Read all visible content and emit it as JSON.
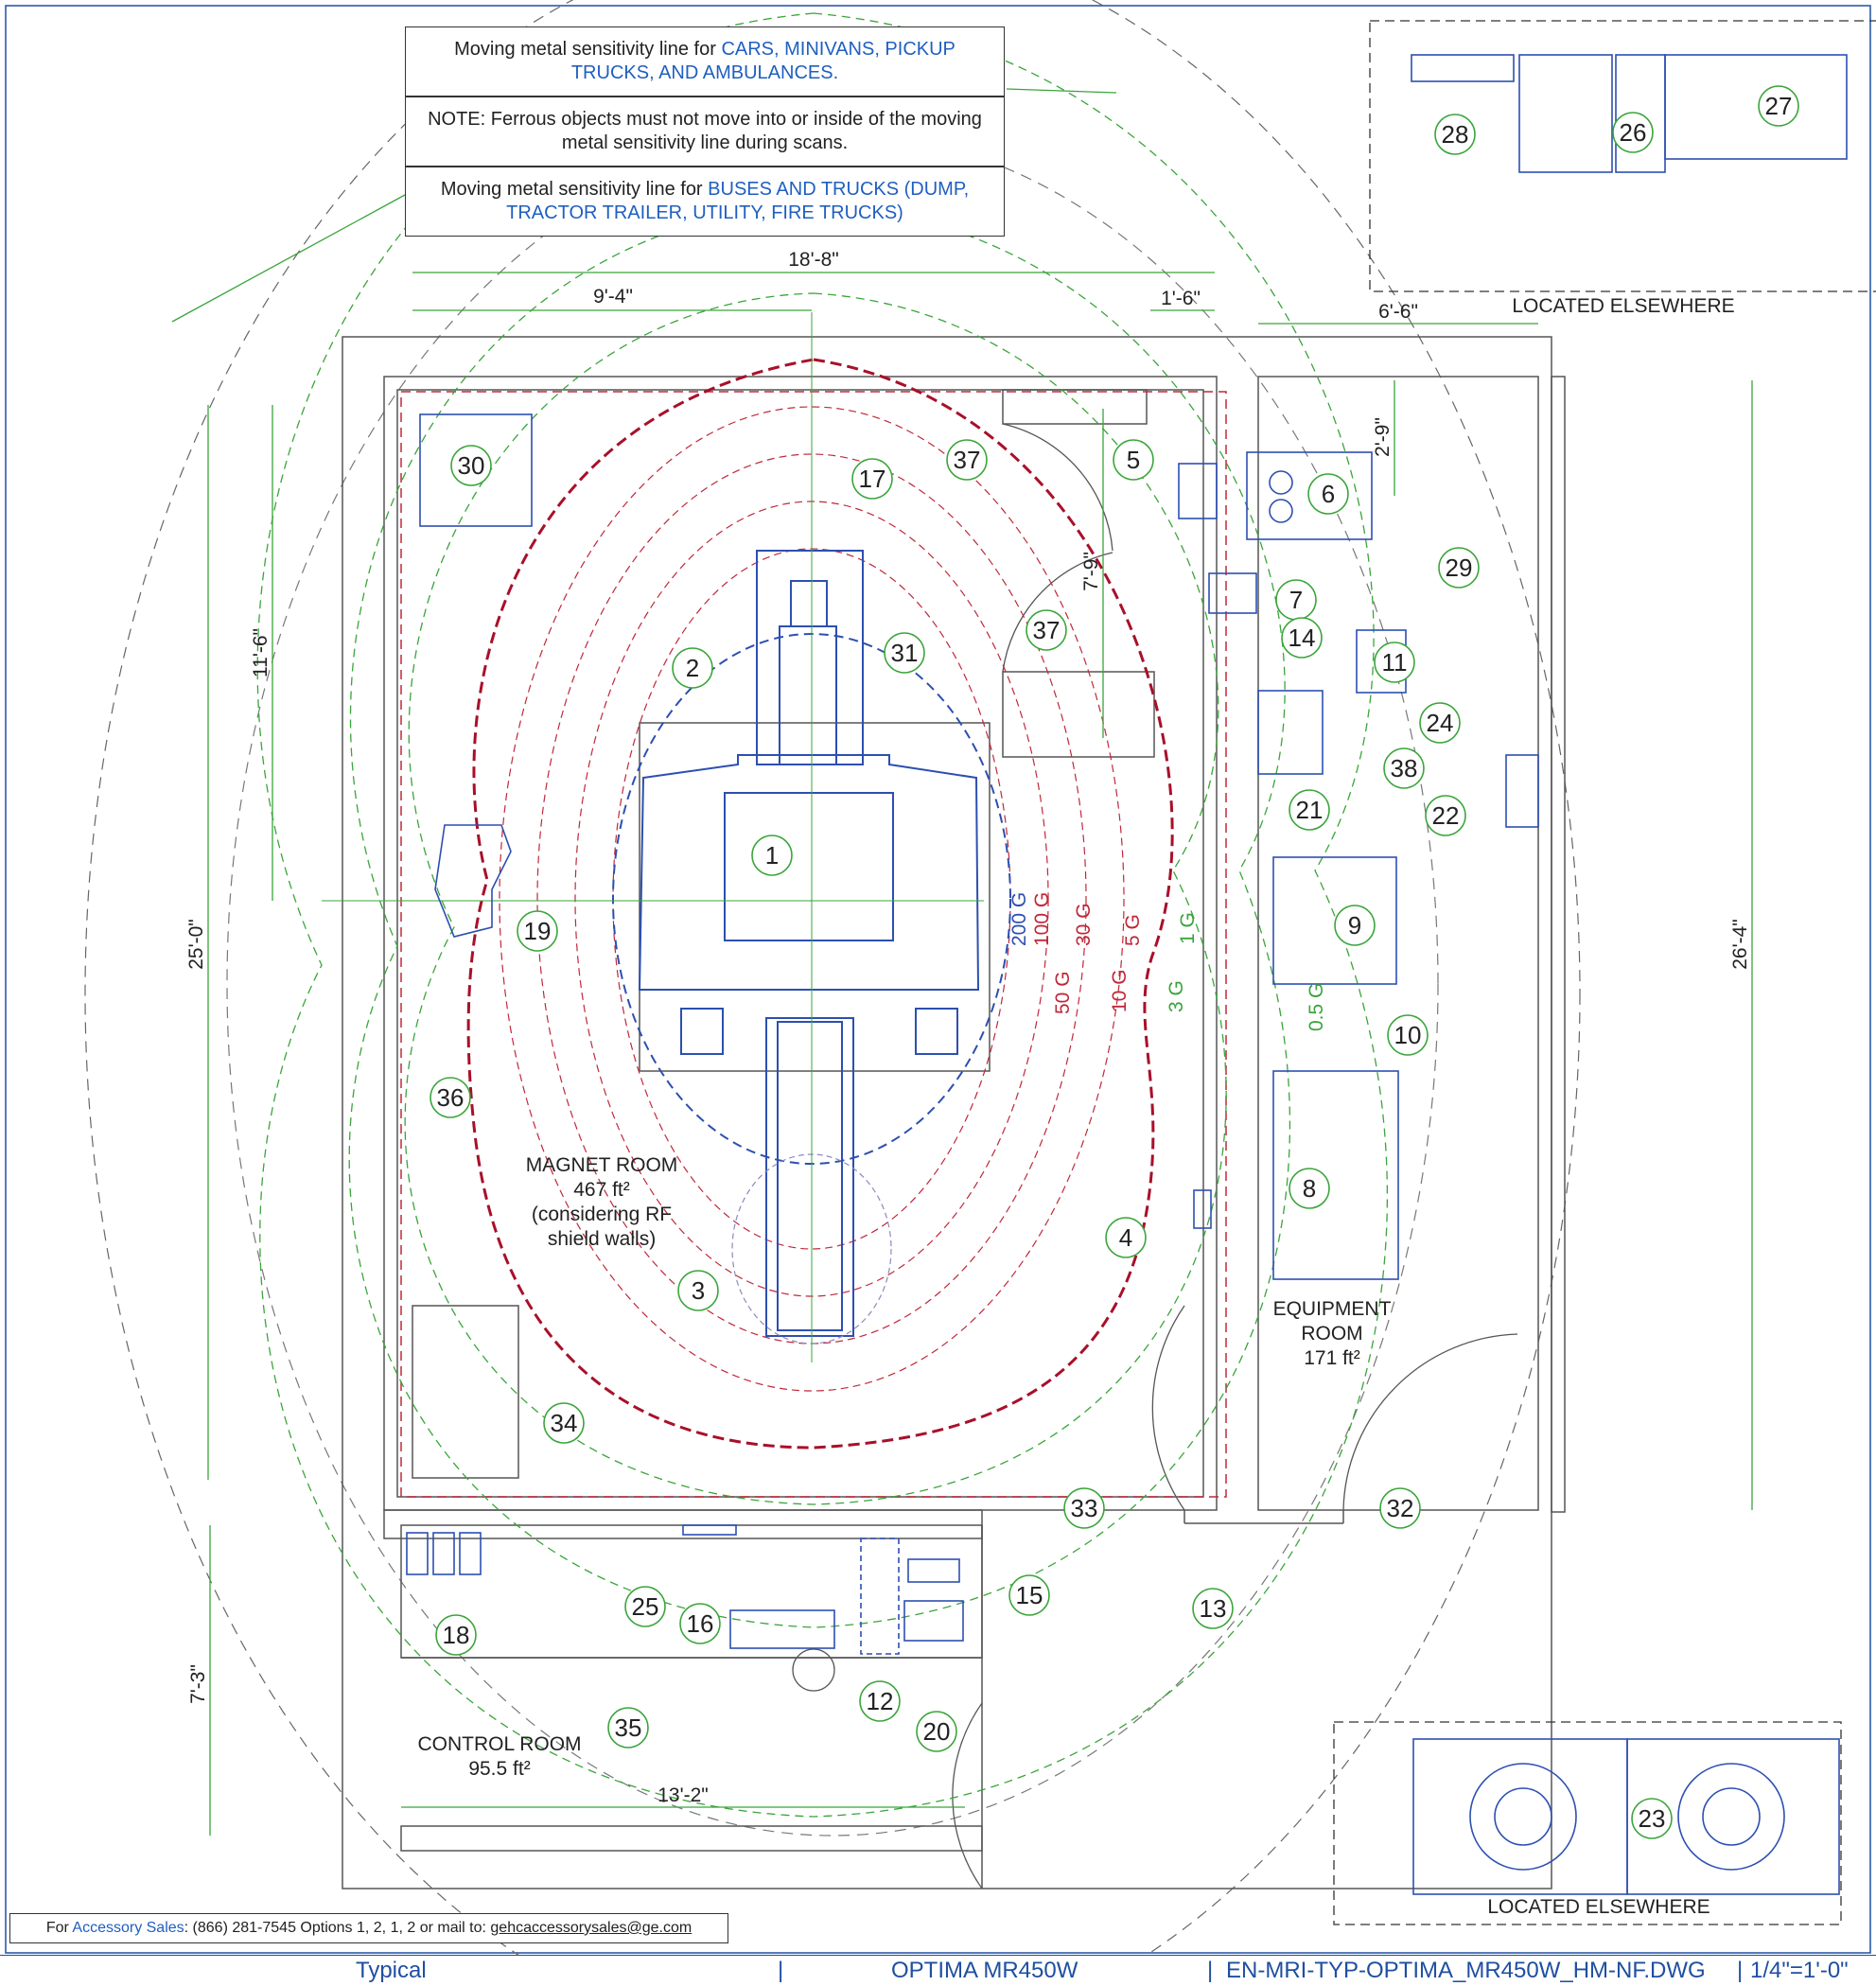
{
  "notes": {
    "line1_text": "Moving metal sensitivity line for ",
    "line1_highlight": "CARS, MINIVANS, PICKUP TRUCKS, AND AMBULANCES.",
    "note_text": "NOTE: Ferrous objects must not move into or inside of the moving metal sensitivity line during scans.",
    "line2_text": "Moving metal sensitivity line for ",
    "line2_highlight": "BUSES AND TRUCKS (DUMP, TRACTOR TRAILER, UTILITY, FIRE TRUCKS)"
  },
  "dimensions": {
    "d18_8": "18'-8\"",
    "d9_4": "9'-4\"",
    "d1_6": "1'-6\"",
    "d6_6": "6'-6\"",
    "d2_9": "2'-9\"",
    "d7_9": "7'-9\"",
    "d11_6": "11'-6\"",
    "d25_0": "25'-0\"",
    "d26_4": "26'-4\"",
    "d7_3": "7'-3\"",
    "d13_2": "13'-2\""
  },
  "gauss": {
    "g200": "200 G",
    "g100": "100 G",
    "g50": "50 G",
    "g30": "30 G",
    "g10": "10 G",
    "g5": "5 G",
    "g3": "3 G",
    "g1": "1 G",
    "g05": "0.5 G"
  },
  "rooms": {
    "magnet_l1": "MAGNET ROOM",
    "magnet_l2": "467 ft²",
    "magnet_l3": "(considering RF",
    "magnet_l4": "shield walls)",
    "equip_l1": "EQUIPMENT",
    "equip_l2": "ROOM",
    "equip_l3": "171 ft²",
    "control_l1": "CONTROL ROOM",
    "control_l2": "95.5 ft²",
    "elsewhere_top": "LOCATED ELSEWHERE",
    "elsewhere_bottom": "LOCATED ELSEWHERE"
  },
  "callouts": [
    "1",
    "2",
    "3",
    "4",
    "5",
    "6",
    "7",
    "8",
    "9",
    "10",
    "11",
    "12",
    "13",
    "14",
    "15",
    "16",
    "17",
    "18",
    "19",
    "20",
    "21",
    "22",
    "23",
    "24",
    "25",
    "26",
    "27",
    "28",
    "29",
    "30",
    "31",
    "32",
    "33",
    "34",
    "35",
    "36",
    "37",
    "37",
    "38"
  ],
  "contact": {
    "prefix": "For ",
    "link": "Accessory Sales",
    "middle": ":  (866) 281-7545 Options 1, 2, 1, 2 or mail to: ",
    "email": "gehcaccessorysales@ge.com"
  },
  "titlebar": {
    "left": "Typical",
    "sep1": "|",
    "product": "OPTIMA MR450W",
    "sep2": "|",
    "drawing": "EN-MRI-TYP-OPTIMA_MR450W_HM-NF.DWG",
    "sep3": "|",
    "scale": "1/4\"=1'-0\""
  },
  "colors": {
    "accent_blue": "#1f5fc0",
    "line_green": "#3aa53a",
    "gauss_red": "#c0283a",
    "equipment_blue": "#2d4fb0"
  }
}
